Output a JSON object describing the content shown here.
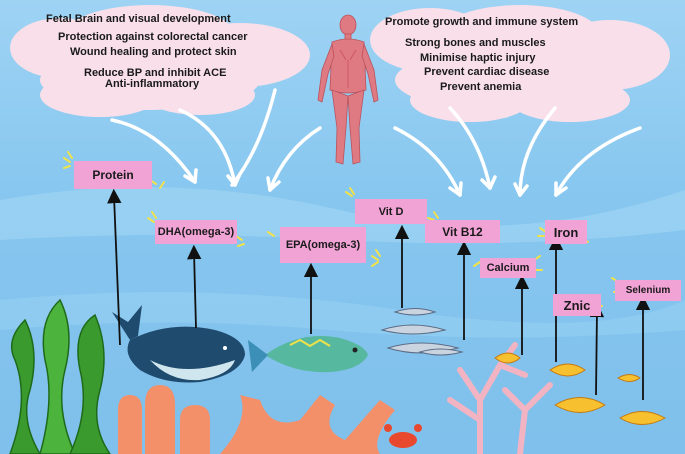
{
  "benefits_left": [
    "Fetal Brain and visual development",
    "Protection against colorectal  cancer",
    "Wound healing and protect skin",
    "Reduce BP and inhibit ACE",
    "Anti-inflammatory"
  ],
  "benefits_right": [
    "Promote growth and immune system",
    "Strong bones and muscles",
    "Minimise haptic injury",
    "Prevent cardiac disease",
    "Prevent anemia"
  ],
  "nutrients": {
    "protein": "Protein",
    "dha": "DHA(omega-3)",
    "epa": "EPA(omega-3)",
    "vitd": "Vit D",
    "vitb12": "Vit B12",
    "iron": "Iron",
    "calcium": "Calcium",
    "znic": "Znic",
    "selenium": "Selenium"
  },
  "colors": {
    "water": "#86c6ef",
    "cloud": "#f8dfe9",
    "tag": "#f2a3d6",
    "body": "#e07a82",
    "coral": "#f3906a",
    "seaweed": "#3a9a2e"
  }
}
